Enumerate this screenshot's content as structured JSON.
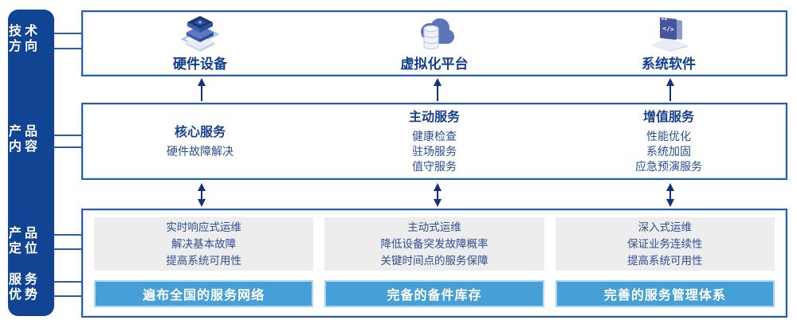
{
  "sidebar": {
    "items": [
      {
        "lines": [
          "技术",
          "方向"
        ]
      },
      {
        "lines": [
          "产品",
          "内容"
        ]
      },
      {
        "lines": [
          "产品",
          "定位"
        ]
      },
      {
        "lines": [
          "服务",
          "优势"
        ]
      }
    ]
  },
  "tech_row": {
    "items": [
      {
        "icon": "server-stack-icon",
        "label": "硬件设备"
      },
      {
        "icon": "cloud-database-icon",
        "label": "虚拟化平台"
      },
      {
        "icon": "code-window-icon",
        "label": "系统软件"
      }
    ]
  },
  "content_row": {
    "columns": [
      {
        "title": "核心服务",
        "items": [
          "硬件故障解决"
        ]
      },
      {
        "title": "主动服务",
        "items": [
          "健康检查",
          "驻场服务",
          "值守服务"
        ]
      },
      {
        "title": "增值服务",
        "items": [
          "性能优化",
          "系统加固",
          "应急预演服务"
        ]
      }
    ]
  },
  "position_row": {
    "columns": [
      {
        "desc_lines": [
          "实时响应式运维",
          "解决基本故障",
          "提高系统可用性"
        ],
        "banner": "遍布全国的服务网络"
      },
      {
        "desc_lines": [
          "主动式运维",
          "降低设备突发故障概率",
          "关键时间点的服务保障"
        ],
        "banner": "完备的备件库存"
      },
      {
        "desc_lines": [
          "深入式运维",
          "保证业务连续性",
          "提高系统可用性"
        ],
        "banner": "完善的服务管理体系"
      }
    ]
  },
  "colors": {
    "rail_bg": "#114493",
    "panel_border": "#2a5ca8",
    "title_text": "#17418f",
    "item_text": "#2a4d96",
    "desc_bg": "#ededed",
    "banner_bg": "#479fd7",
    "banner_border": "#a9d6f0",
    "arrow": "#14317c",
    "icon_navy": "#1c3775",
    "icon_blue": "#5b75b8",
    "icon_light": "#e8edf5"
  }
}
